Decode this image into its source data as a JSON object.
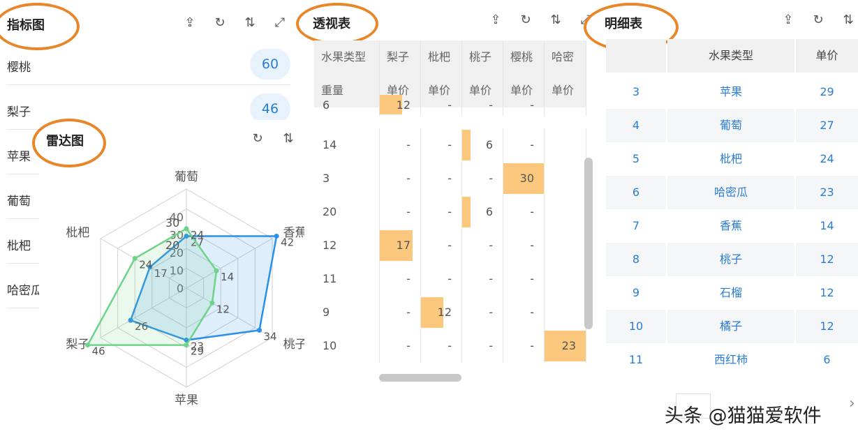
{
  "panels": {
    "indicator": {
      "title": "指标图"
    },
    "radar": {
      "title": "雷达图"
    },
    "pivot": {
      "title": "透视表"
    },
    "detail": {
      "title": "明细表"
    }
  },
  "indicator_items": [
    {
      "label": "樱桃",
      "value": "60"
    },
    {
      "label": "梨子",
      "value": "46"
    },
    {
      "label": "苹果"
    },
    {
      "label": "葡萄"
    },
    {
      "label": "枇杷"
    },
    {
      "label": "哈密瓜"
    }
  ],
  "chart_data": {
    "type": "radar",
    "axes": [
      "葡萄",
      "香蕉",
      "桃子",
      "苹果",
      "梨子",
      "枇杷"
    ],
    "radial_ticks": [
      "0",
      "10",
      "20",
      "30",
      "40"
    ],
    "max": 40,
    "series": [
      {
        "values": [
          21,
          42,
          34,
          21,
          26,
          17
        ],
        "color": "#2b90e8",
        "labels": [
          "27",
          "42",
          "34",
          "23",
          "26",
          "17"
        ]
      },
      {
        "values": [
          24,
          14,
          12,
          23,
          46,
          24
        ],
        "color": "#6fd38a",
        "labels": [
          "24",
          "14",
          "12",
          "29",
          "46",
          "24"
        ]
      }
    ],
    "extra_labels": [
      "30",
      "20"
    ]
  },
  "pivot": {
    "header1": [
      "水果类型",
      "梨子",
      "枇杷",
      "桃子",
      "樱桃",
      "哈密瓜"
    ],
    "header2": [
      "重量",
      "单价",
      "单价",
      "单价",
      "单价",
      "单价"
    ],
    "rows": [
      {
        "w": "6",
        "v": [
          "12",
          "-",
          "-",
          "-",
          ""
        ],
        "bar": [
          0.55,
          0,
          0,
          0,
          0
        ]
      },
      {
        "w": "14",
        "v": [
          "-",
          "-",
          "6",
          "-",
          ""
        ],
        "bar": [
          0,
          0,
          0.2,
          0,
          0
        ]
      },
      {
        "w": "3",
        "v": [
          "-",
          "-",
          "-",
          "30",
          ""
        ],
        "bar": [
          0,
          0,
          0,
          1,
          0
        ]
      },
      {
        "w": "20",
        "v": [
          "-",
          "-",
          "6",
          "-",
          ""
        ],
        "bar": [
          0,
          0,
          0.2,
          0,
          0
        ]
      },
      {
        "w": "12",
        "v": [
          "17",
          "-",
          "-",
          "-",
          ""
        ],
        "bar": [
          0.8,
          0,
          0,
          0,
          0
        ]
      },
      {
        "w": "11",
        "v": [
          "-",
          "-",
          "-",
          "-",
          ""
        ],
        "bar": [
          0,
          0,
          0,
          0,
          0
        ]
      },
      {
        "w": "9",
        "v": [
          "-",
          "12",
          "-",
          "-",
          ""
        ],
        "bar": [
          0,
          0.55,
          0,
          0,
          0
        ]
      },
      {
        "w": "10",
        "v": [
          "-",
          "-",
          "-",
          "-",
          "23"
        ],
        "bar": [
          0,
          0,
          0,
          0,
          1
        ]
      }
    ]
  },
  "detail": {
    "headers": [
      "",
      "水果类型",
      "单价"
    ],
    "rows": [
      [
        "3",
        "苹果",
        "29"
      ],
      [
        "4",
        "葡萄",
        "27"
      ],
      [
        "5",
        "枇杷",
        "24"
      ],
      [
        "6",
        "哈密瓜",
        "23"
      ],
      [
        "7",
        "香蕉",
        "14"
      ],
      [
        "8",
        "桃子",
        "12"
      ],
      [
        "9",
        "石榴",
        "12"
      ],
      [
        "10",
        "橘子",
        "12"
      ],
      [
        "11",
        "西红柿",
        "6"
      ]
    ]
  },
  "watermark": "头条 @猫猫爱软件",
  "pager": {
    "next": "›"
  }
}
